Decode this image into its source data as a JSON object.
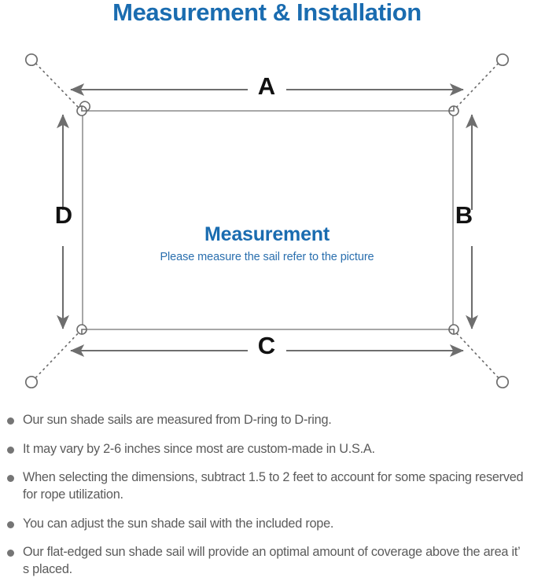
{
  "header": {
    "title": "Measurement & Installation",
    "title_color": "#1a6cb0"
  },
  "diagram": {
    "center_title": "Measurement",
    "center_subtitle": "Please measure the sail refer to the picture",
    "center_title_color": "#1a6cb0",
    "center_subtitle_color": "#2a6fae",
    "line_color": "#6e6e6e",
    "sail_border_color": "#888888",
    "dimension_labels": {
      "top": "A",
      "right": "B",
      "bottom": "C",
      "left": "D"
    },
    "icons": {
      "anchor": "anchor-ring-icon",
      "d_ring": "d-ring-icon",
      "rope": "dotted-rope-line",
      "dimension_arrow": "double-headed-arrow"
    }
  },
  "notes": {
    "bullet_color": "#757575",
    "text_color": "#5b5b5b",
    "items": [
      "Our sun shade sails are measured from D-ring to D-ring.",
      "It may vary by 2-6 inches since most are custom-made in U.S.A.",
      "When selecting the dimensions, subtract 1.5 to 2 feet to account for some spacing reserved for rope utilization.",
      "You can adjust the sun shade sail with the included rope.",
      "Our flat-edged sun shade sail will provide an optimal amount of coverage above the area it’  s placed."
    ]
  }
}
